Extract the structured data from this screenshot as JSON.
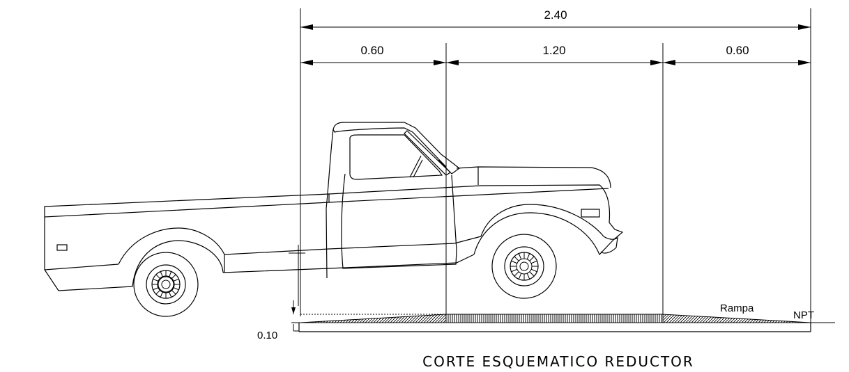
{
  "dimensions": {
    "total": "2.40",
    "left_ramp": "0.60",
    "center": "1.20",
    "right_ramp": "0.60",
    "height": "0.10"
  },
  "labels": {
    "ramp": "Rampa",
    "floor_level": "NPT"
  },
  "title": "CORTE ESQUEMATICO REDUCTOR"
}
